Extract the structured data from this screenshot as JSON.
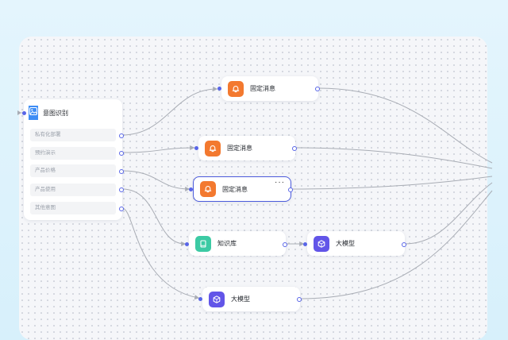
{
  "intent_node": {
    "title": "意图识别",
    "icon": "image-icon",
    "options": [
      {
        "label": "私有化部署"
      },
      {
        "label": "预约演示"
      },
      {
        "label": "产品价格"
      },
      {
        "label": "产品使用"
      },
      {
        "label": "其他意图"
      }
    ]
  },
  "nodes": {
    "fixed_message_1": {
      "label": "固定消息",
      "icon": "bell-icon"
    },
    "fixed_message_2": {
      "label": "固定消息",
      "icon": "bell-icon"
    },
    "fixed_message_3": {
      "label": "固定消息",
      "icon": "bell-icon",
      "menu": "···",
      "selected": true
    },
    "knowledge_base": {
      "label": "知识库",
      "icon": "book-icon"
    },
    "llm_1": {
      "label": "大模型",
      "icon": "cube-icon"
    },
    "llm_2": {
      "label": "大模型",
      "icon": "cube-icon"
    }
  },
  "colors": {
    "port": "#5865e8",
    "message_icon": "#f3792f",
    "knowledge_icon": "#3ccaa4",
    "llm_icon": "#6255e8",
    "intent_icon": "#3e8df5",
    "selected_border": "#4c5bdc",
    "edge": "#a9adb5"
  }
}
